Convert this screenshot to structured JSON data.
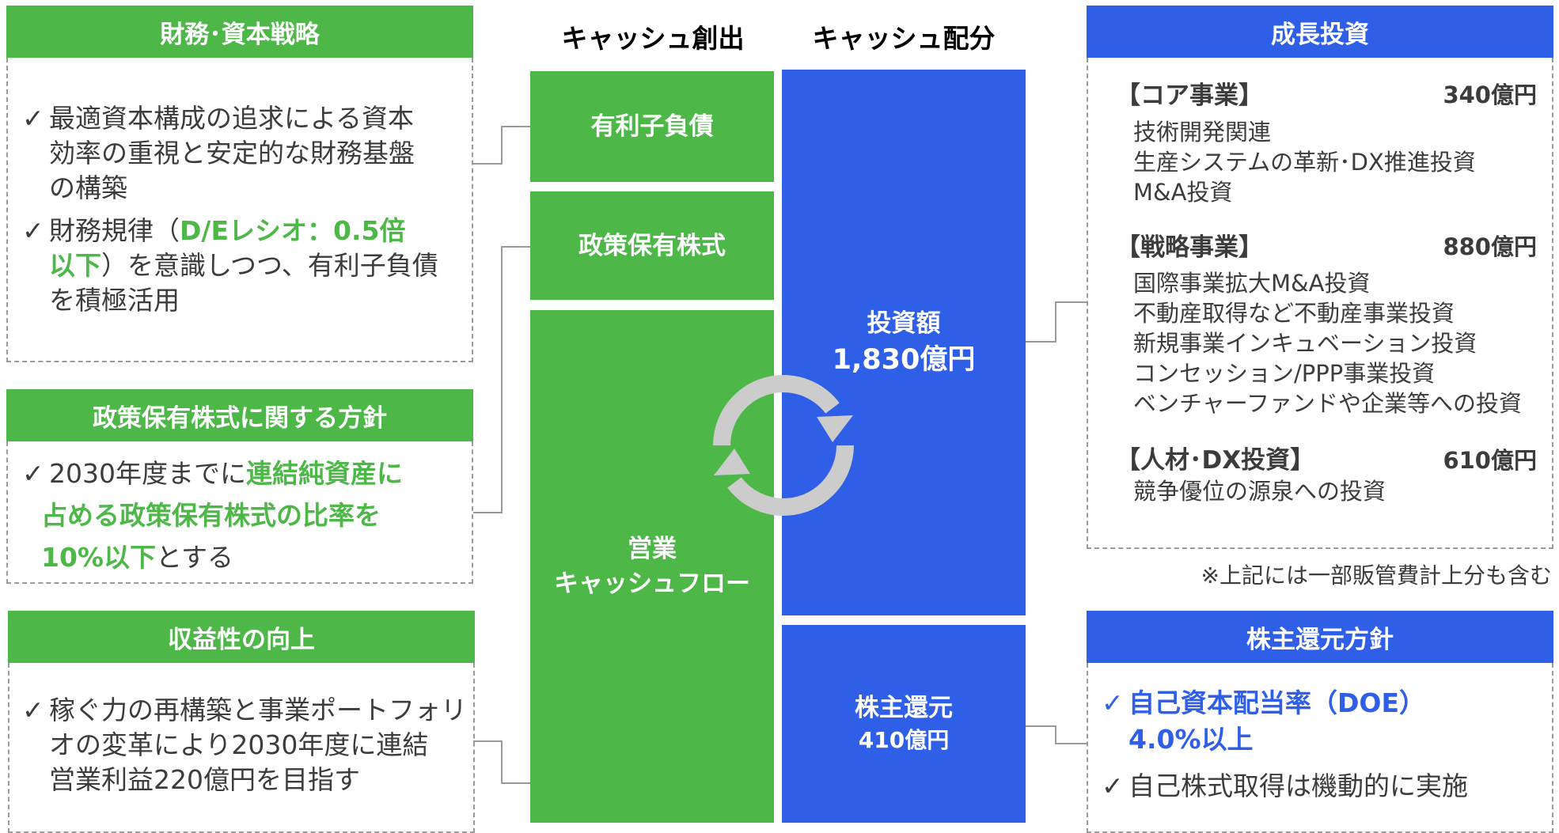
{
  "columns": {
    "creation": "キャッシュ創出",
    "allocation": "キャッシュ配分"
  },
  "financial_strategy": {
    "title": "財務･資本戦略",
    "bullet1_lines": [
      "最適資本構成の追求による資本",
      "効率の重視と安定的な財務基盤",
      "の構築"
    ],
    "bullet2_prefix": "財務規律（",
    "bullet2_highlight1": "D/Eレシオ：0.5倍",
    "bullet2_highlight2": "以下",
    "bullet2_suffix1": "）を意識しつつ、有利子負債",
    "bullet2_suffix2": "を積極活用"
  },
  "policy_stock": {
    "title": "政策保有株式に関する方針",
    "prefix": "2030年度までに",
    "highlight1": "連結純資産に",
    "highlight2": "占める政策保有株式の比率を",
    "highlight3": "10%以下",
    "suffix": "とする"
  },
  "profitability": {
    "title": "収益性の向上",
    "lines": [
      "稼ぐ力の再構築と事業ポートフォリ",
      "オの変革により2030年度に連結",
      "営業利益220億円を目指す"
    ]
  },
  "green_blocks": {
    "debt": "有利子負債",
    "policy": "政策保有株式",
    "cf_line1": "営業",
    "cf_line2": "キャッシュフロー"
  },
  "blue_blocks": {
    "investment_label": "投資額",
    "investment_value": "1,830億円",
    "return_label": "株主還元",
    "return_value": "410億円"
  },
  "growth": {
    "title": "成長投資",
    "core": {
      "label": "【コア事業】",
      "amount": "340億円",
      "items": [
        "技術開発関連",
        "生産システムの革新･DX推進投資",
        "M&A投資"
      ]
    },
    "strategic": {
      "label": "【戦略事業】",
      "amount": "880億円",
      "items": [
        "国際事業拡大M&A投資",
        "不動産取得など不動産事業投資",
        "新規事業インキュベーション投資",
        "コンセッション/PPP事業投資",
        "ベンチャーファンドや企業等への投資"
      ]
    },
    "hr": {
      "label": "【人材･DX投資】",
      "amount": "610億円",
      "items": [
        "競争優位の源泉への投資"
      ]
    },
    "note": "※上記には一部販管費計上分も含む"
  },
  "shareholder": {
    "title": "株主還元方針",
    "bullet1_line1": "自己資本配当率（DOE）",
    "bullet1_line2": "4.0%以上",
    "bullet2": "自己株式取得は機動的に実施"
  },
  "colors": {
    "green": "#4db848",
    "blue": "#2e5fe6",
    "arrow": "#cccccc"
  },
  "icons": {
    "check": "✓",
    "cycle": "cycle-arrows-icon"
  }
}
